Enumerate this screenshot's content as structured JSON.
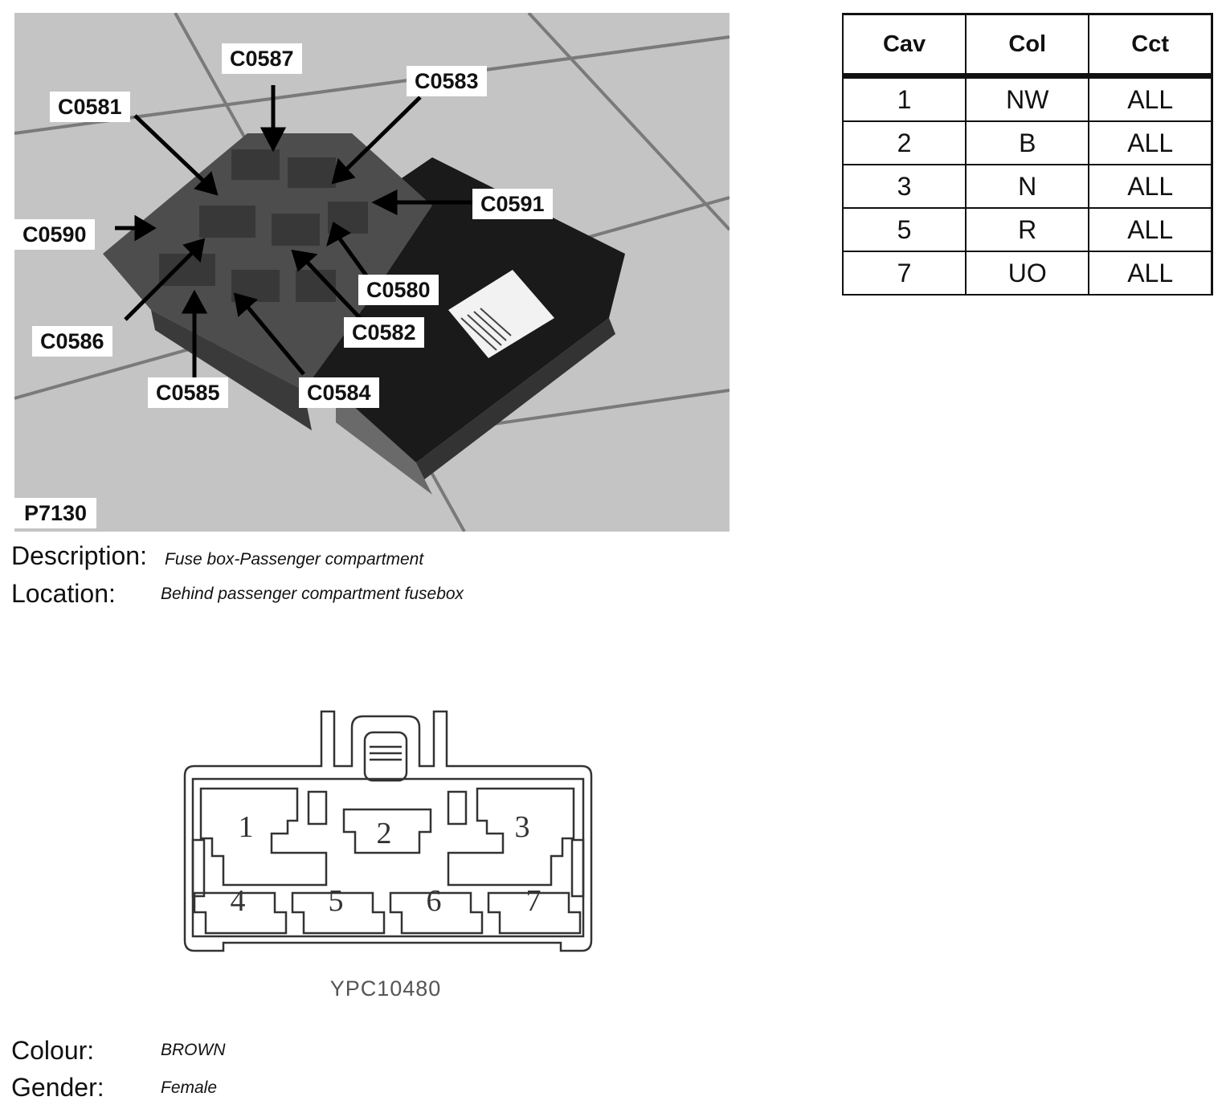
{
  "photo": {
    "reference": "P7130",
    "callouts": [
      "C0587",
      "C0583",
      "C0581",
      "C0591",
      "C0590",
      "C0580",
      "C0582",
      "C0586",
      "C0585",
      "C0584"
    ]
  },
  "pin_table": {
    "headers": [
      "Cav",
      "Col",
      "Cct"
    ],
    "rows": [
      [
        "1",
        "NW",
        "ALL"
      ],
      [
        "2",
        "B",
        "ALL"
      ],
      [
        "3",
        "N",
        "ALL"
      ],
      [
        "5",
        "R",
        "ALL"
      ],
      [
        "7",
        "UO",
        "ALL"
      ]
    ]
  },
  "details": {
    "description_label": "Description:",
    "description_value": "Fuse box-Passenger compartment",
    "location_label": "Location:",
    "location_value": "Behind passenger compartment fusebox",
    "colour_label": "Colour:",
    "colour_value": "BROWN",
    "gender_label": "Gender:",
    "gender_value": "Female"
  },
  "connector": {
    "cavities": [
      "1",
      "2",
      "3",
      "4",
      "5",
      "6",
      "7"
    ],
    "part_code": "YPC10480"
  }
}
